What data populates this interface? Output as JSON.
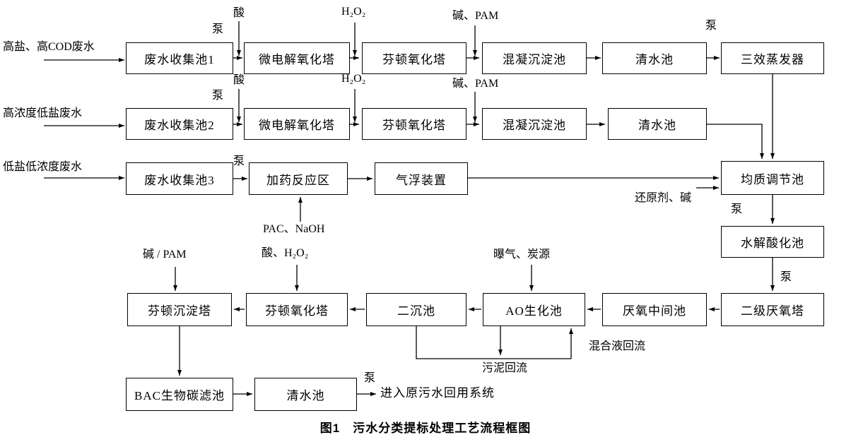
{
  "caption": "图1　污水分类提标处理工艺流程框图",
  "inputs": {
    "stream1": "高盐、高COD废水",
    "stream2": "高浓度低盐废水",
    "stream3": "低盐低浓度废水"
  },
  "nodes": {
    "collect1": "废水收集池1",
    "micro": "微电解氧化塔",
    "fenton_tower": "芬顿氧化塔",
    "coag": "混凝沉淀池",
    "clear_pool": "清水池",
    "evaporator": "三效蒸发器",
    "collect2": "废水收集池2",
    "collect3": "废水收集池3",
    "dosing_zone": "加药反应区",
    "flotation": "气浮装置",
    "equalize": "均质调节池",
    "hydrolysis": "水解酸化池",
    "anaerobic2": "二级厌氧塔",
    "anaerobic_mid": "厌氧中间池",
    "ao": "AO生化池",
    "secondary_settle": "二沉池",
    "fenton_settle": "芬顿沉淀塔",
    "bac": "BAC生物碳滤池"
  },
  "annotations": {
    "pump": "泵",
    "acid": "酸",
    "h2o2": "H₂O₂",
    "alkali_pam": "碱、PAM",
    "pac_naoh": "PAC、NaOH",
    "reducer_alkali": "还原剂、碱",
    "alkali_slash_pam": "碱 / PAM",
    "acid_h2o2": "酸、H₂O₂",
    "aeration_carbon": "曝气、炭源",
    "mixed_reflux": "混合液回流",
    "sludge_reflux": "污泥回流",
    "reuse": "进入原污水回用系统"
  },
  "colors": {
    "line": "#000000",
    "background": "#ffffff"
  }
}
